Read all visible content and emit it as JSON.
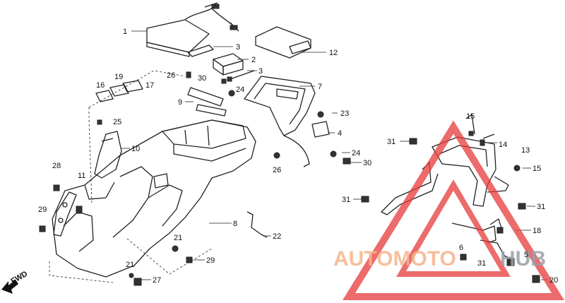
{
  "callouts": [
    {
      "id": "c1",
      "text": "1"
    },
    {
      "id": "c3a",
      "text": "3"
    },
    {
      "id": "c2",
      "text": "2"
    },
    {
      "id": "c3b",
      "text": "3"
    },
    {
      "id": "c12",
      "text": "12"
    },
    {
      "id": "c7",
      "text": "7"
    },
    {
      "id": "c26a",
      "text": "26"
    },
    {
      "id": "c30a",
      "text": "30"
    },
    {
      "id": "c24a",
      "text": "24"
    },
    {
      "id": "c16",
      "text": "16"
    },
    {
      "id": "c19",
      "text": "19"
    },
    {
      "id": "c17",
      "text": "17"
    },
    {
      "id": "c9",
      "text": "9"
    },
    {
      "id": "c25",
      "text": "25"
    },
    {
      "id": "c23",
      "text": "23"
    },
    {
      "id": "c4",
      "text": "4"
    },
    {
      "id": "c10",
      "text": "10"
    },
    {
      "id": "c24b",
      "text": "24"
    },
    {
      "id": "c30b",
      "text": "30"
    },
    {
      "id": "c26b",
      "text": "26"
    },
    {
      "id": "c28",
      "text": "28"
    },
    {
      "id": "c11",
      "text": "11"
    },
    {
      "id": "c29a",
      "text": "29"
    },
    {
      "id": "c8",
      "text": "8"
    },
    {
      "id": "c22",
      "text": "22"
    },
    {
      "id": "c21a",
      "text": "21"
    },
    {
      "id": "c29b",
      "text": "29"
    },
    {
      "id": "c21b",
      "text": "21"
    },
    {
      "id": "c27",
      "text": "27"
    },
    {
      "id": "c15a",
      "text": "15"
    },
    {
      "id": "c31a",
      "text": "31"
    },
    {
      "id": "c14",
      "text": "14"
    },
    {
      "id": "c13",
      "text": "13"
    },
    {
      "id": "c15b",
      "text": "15"
    },
    {
      "id": "c31b",
      "text": "31"
    },
    {
      "id": "c31c",
      "text": "31"
    },
    {
      "id": "c18",
      "text": "18"
    },
    {
      "id": "c6",
      "text": "6"
    },
    {
      "id": "c5",
      "text": "5"
    },
    {
      "id": "c31d",
      "text": "31"
    },
    {
      "id": "c20",
      "text": "20"
    }
  ],
  "fwd_label": "FWD",
  "watermark": {
    "part1": "AUTOMOTO",
    "part2": "HUB",
    "color1": "#f4b58b",
    "color2": "#9aa0a6",
    "logo_color": "#e63a3a"
  }
}
